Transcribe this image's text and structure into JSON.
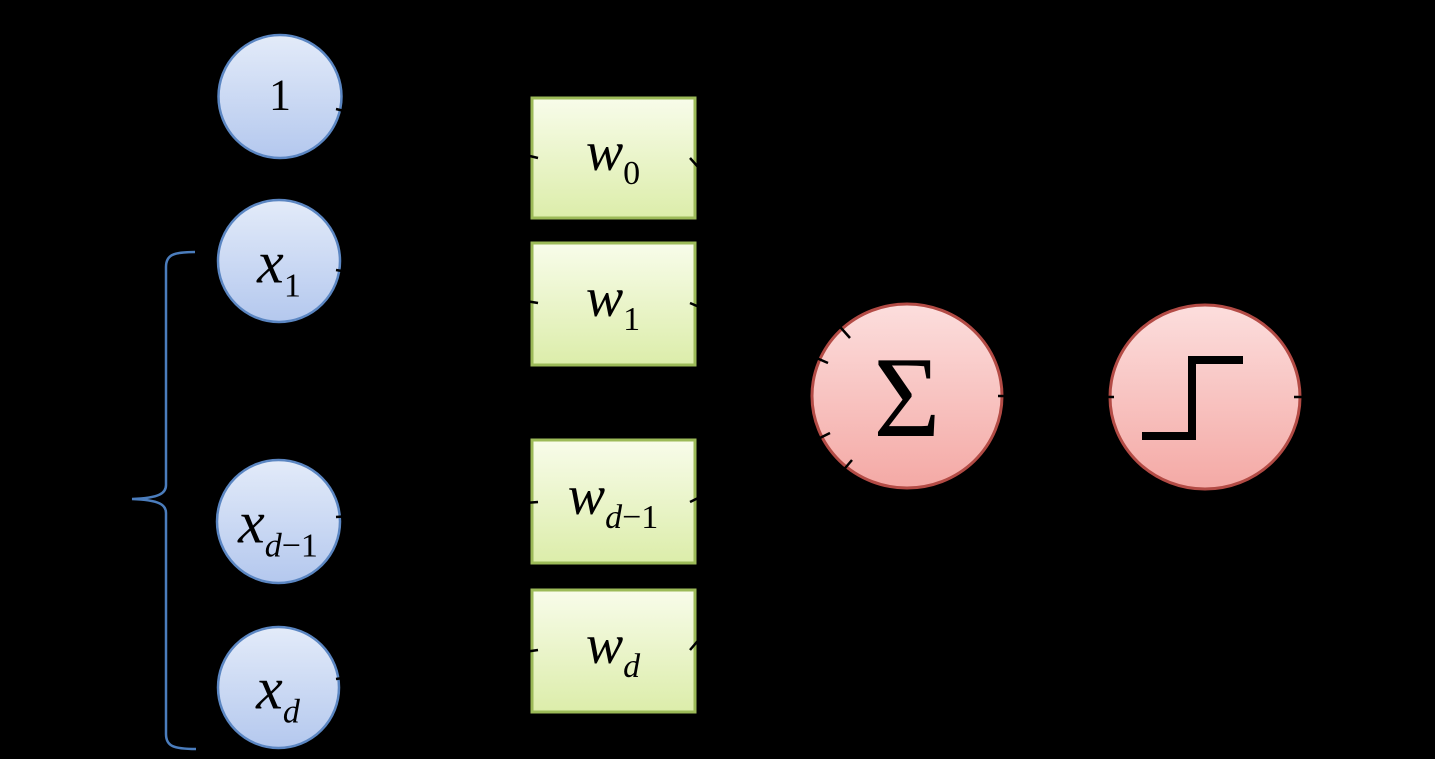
{
  "diagram": {
    "input_nodes": [
      {
        "base": "1",
        "sub_italic": "",
        "sub": ""
      },
      {
        "base": "x",
        "sub_italic": "",
        "sub": "1"
      },
      {
        "base": "x",
        "sub_italic": "d",
        "sub": "−1"
      },
      {
        "base": "x",
        "sub_italic": "d",
        "sub": ""
      }
    ],
    "weight_boxes": [
      {
        "base": "w",
        "sub_italic": "",
        "sub": "0"
      },
      {
        "base": "w",
        "sub_italic": "",
        "sub": "1"
      },
      {
        "base": "w",
        "sub_italic": "d",
        "sub": "−1"
      },
      {
        "base": "w",
        "sub_italic": "d",
        "sub": ""
      }
    ],
    "sum_node": {
      "symbol": "Σ"
    },
    "activation_node": {
      "icon": "step-function-icon"
    },
    "colors": {
      "background": "#000000",
      "input_fill_top": "#e3ebf9",
      "input_fill_bottom": "#b4c8ee",
      "input_border": "#5b86c2",
      "weight_fill_top": "#f8fcea",
      "weight_fill_bottom": "#dcedaa",
      "weight_border": "#9cba58",
      "node_fill_top": "#fcdedd",
      "node_fill_bottom": "#f4a9a5",
      "node_border": "#b34b45",
      "brace": "#4b7dbd",
      "connector": "#000000",
      "step_glyph": "#000000",
      "text": "#000000"
    }
  }
}
